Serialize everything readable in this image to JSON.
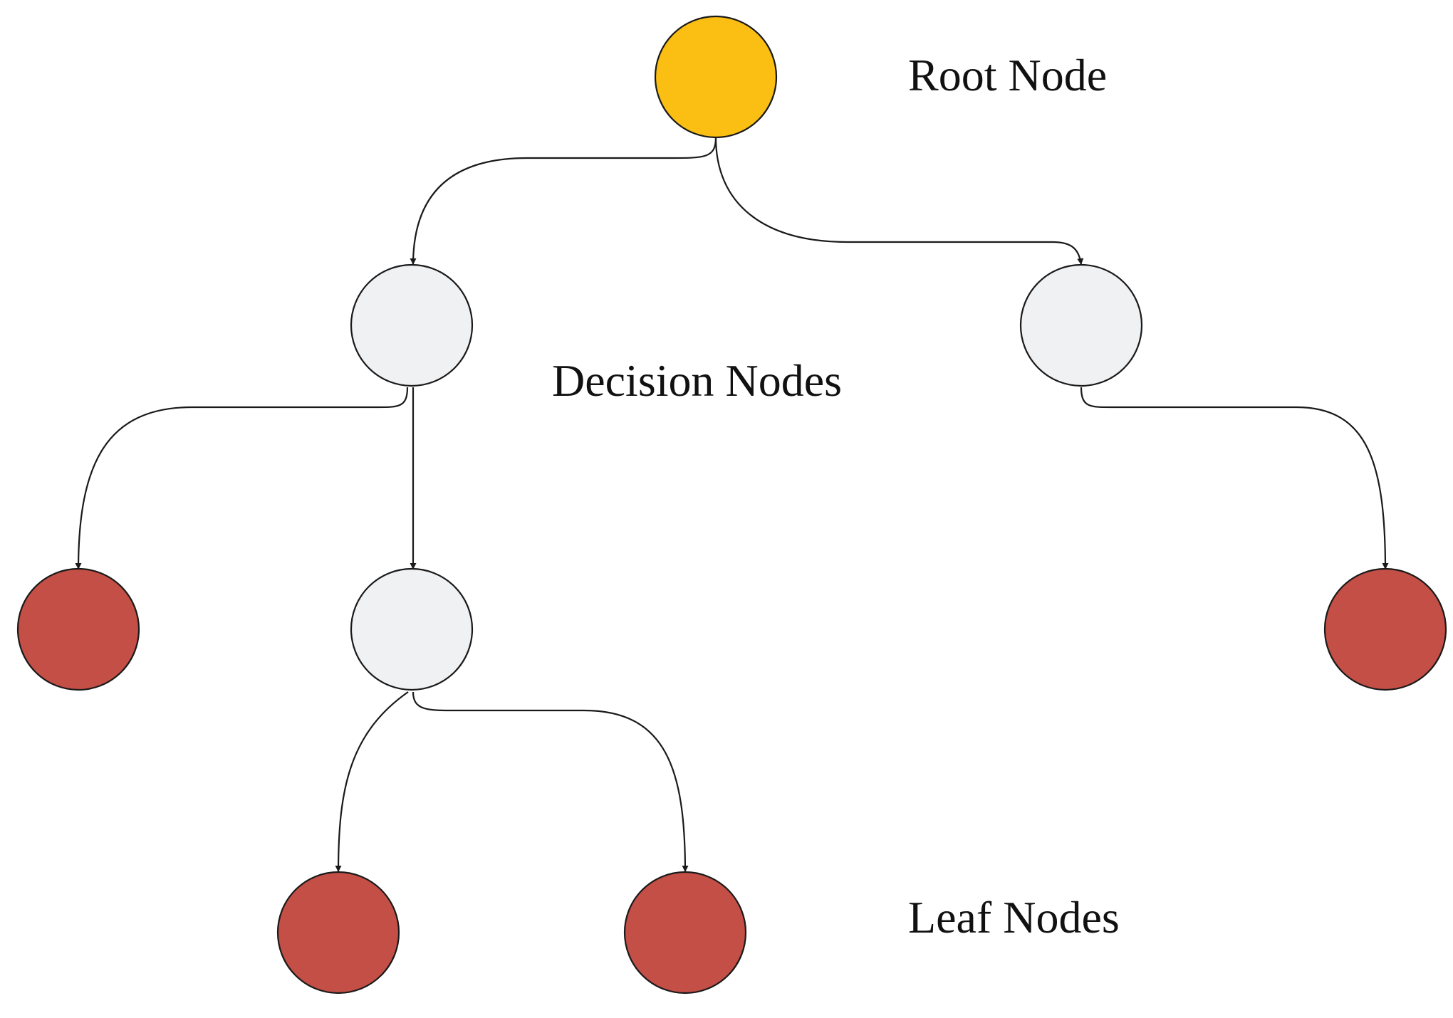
{
  "labels": {
    "root": "Root Node",
    "decision": "Decision Nodes",
    "leaf": "Leaf Nodes"
  },
  "colors": {
    "root": "#fbbf14",
    "decision": "#f0f1f3",
    "leaf": "#c44f46",
    "stroke": "#1a1a1a"
  },
  "tree": {
    "nodes": [
      {
        "id": "root",
        "kind": "root"
      },
      {
        "id": "decision-left",
        "kind": "decision"
      },
      {
        "id": "decision-right",
        "kind": "decision"
      },
      {
        "id": "decision-middle",
        "kind": "decision"
      },
      {
        "id": "leaf-left",
        "kind": "leaf"
      },
      {
        "id": "leaf-right",
        "kind": "leaf"
      },
      {
        "id": "leaf-bottom-left",
        "kind": "leaf"
      },
      {
        "id": "leaf-bottom-right",
        "kind": "leaf"
      }
    ],
    "edges": [
      {
        "from": "root",
        "to": "decision-left"
      },
      {
        "from": "root",
        "to": "decision-right"
      },
      {
        "from": "decision-left",
        "to": "leaf-left"
      },
      {
        "from": "decision-left",
        "to": "decision-middle"
      },
      {
        "from": "decision-right",
        "to": "leaf-right"
      },
      {
        "from": "decision-middle",
        "to": "leaf-bottom-left"
      },
      {
        "from": "decision-middle",
        "to": "leaf-bottom-right"
      }
    ]
  }
}
